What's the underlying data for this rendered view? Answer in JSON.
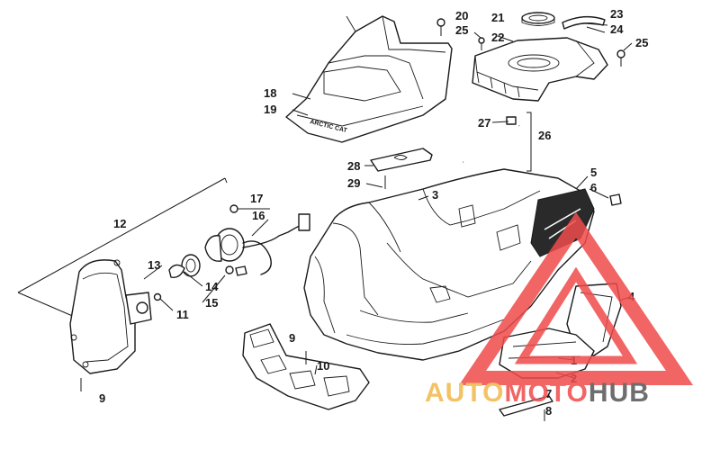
{
  "callouts": {
    "c1": "1",
    "c2": "2",
    "c3": "3",
    "c4": "4",
    "c5": "5",
    "c6": "6",
    "c7": "7",
    "c8": "8",
    "c9a": "9",
    "c9b": "9",
    "c10": "10",
    "c11": "11",
    "c12": "12",
    "c13": "13",
    "c14": "14",
    "c15": "15",
    "c16": "16",
    "c17": "17",
    "c18": "18",
    "c19": "19",
    "c20": "20",
    "c21": "21",
    "c22": "22",
    "c23": "23",
    "c24": "24",
    "c25a": "25",
    "c25b": "25",
    "c26": "26",
    "c27": "27",
    "c28": "28",
    "c29": "29"
  },
  "decal_text": "ARCTIC CAT",
  "watermark": {
    "part1": "AUTO",
    "part2": "MOTO",
    "part3": "HUB",
    "color_auto": "#f2b84b",
    "color_moto": "#ef4b4b",
    "color_hub": "#555555",
    "triangle_color": "#ef4b4b"
  }
}
